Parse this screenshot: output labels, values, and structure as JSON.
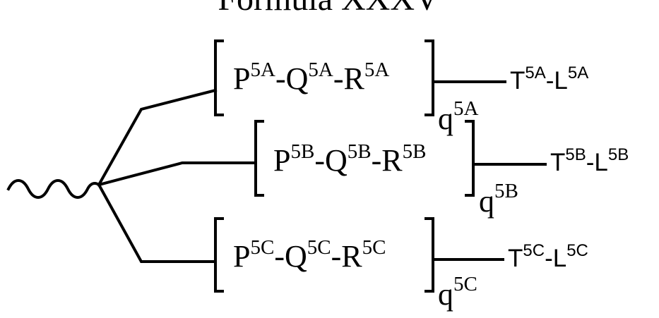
{
  "title": "Formula XXXV",
  "branches": [
    {
      "id": "5A",
      "p": "P",
      "p_sup": "5A",
      "q": "Q",
      "q_sup": "5A",
      "r": "R",
      "r_sup": "5A",
      "sub": "q",
      "sub_sup": "5A",
      "t": "T",
      "t_sup": "5A",
      "l": "L",
      "l_sup": "5A"
    },
    {
      "id": "5B",
      "p": "P",
      "p_sup": "5B",
      "q": "Q",
      "q_sup": "5B",
      "r": "R",
      "r_sup": "5B",
      "sub": "q",
      "sub_sup": "5B",
      "t": "T",
      "t_sup": "5B",
      "l": "L",
      "l_sup": "5B"
    },
    {
      "id": "5C",
      "p": "P",
      "p_sup": "5C",
      "q": "Q",
      "q_sup": "5C",
      "r": "R",
      "r_sup": "5C",
      "sub": "q",
      "sub_sup": "5C",
      "t": "T",
      "t_sup": "5C",
      "l": "L",
      "l_sup": "5C"
    }
  ],
  "separator": "-"
}
